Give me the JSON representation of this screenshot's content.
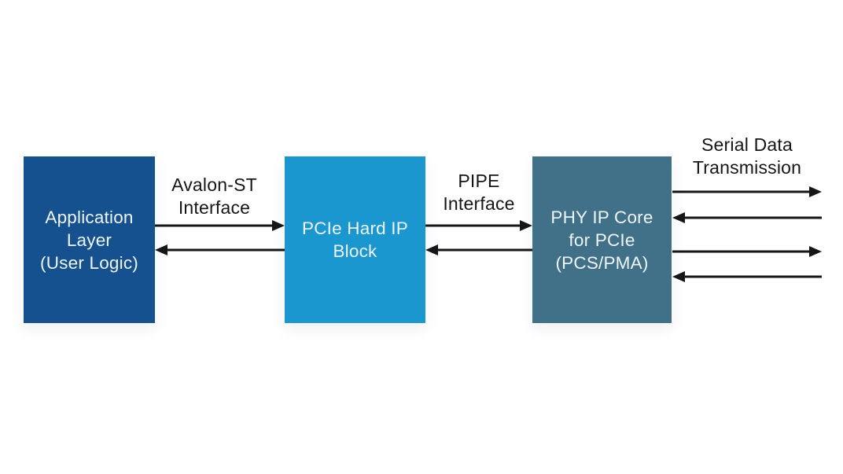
{
  "diagram": {
    "title_none_shown": "",
    "background_color": "#FFFFFF",
    "blocks": [
      {
        "id": "application-layer",
        "label": "Application\nLayer\n(User Logic)",
        "fill_color": "#15518E",
        "text_color": "#EFF5FB"
      },
      {
        "id": "pcie-hard-ip-block",
        "label": "PCIe Hard IP\nBlock",
        "fill_color": "#1B97D0",
        "text_color": "#EFF5FB"
      },
      {
        "id": "phy-ip-core",
        "label": "PHY IP Core\nfor PCIe\n(PCS/PMA)",
        "fill_color": "#417089",
        "text_color": "#EFF5FB"
      }
    ],
    "connection_labels": {
      "avalon": "Avalon-ST\nInterface",
      "pipe": "PIPE\nInterface",
      "serial": "Serial Data\nTransmission"
    },
    "arrows": {
      "color": "#161616",
      "avalon_interface": {
        "between": [
          "application-layer",
          "pcie-hard-ip-block"
        ],
        "directions": [
          "right",
          "left"
        ]
      },
      "pipe_interface": {
        "between": [
          "pcie-hard-ip-block",
          "phy-ip-core"
        ],
        "directions": [
          "right",
          "left"
        ]
      },
      "serial_data_transmission": {
        "from": "phy-ip-core",
        "lanes": 4,
        "directions": [
          "right",
          "left",
          "right",
          "left"
        ]
      }
    }
  }
}
